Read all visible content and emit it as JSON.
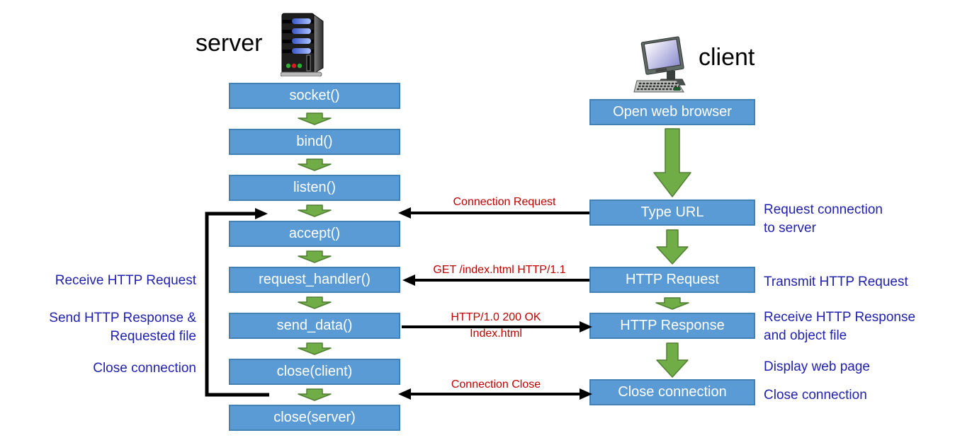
{
  "header": {
    "server_label": "server",
    "client_label": "client"
  },
  "server_flow": {
    "steps": [
      "socket()",
      "bind()",
      "listen()",
      "accept()",
      "request_handler()",
      "send_data()",
      "close(client)",
      "close(server)"
    ]
  },
  "client_flow": {
    "steps": [
      "Open web browser",
      "Type URL",
      "HTTP Request",
      "HTTP Response",
      "Close connection"
    ]
  },
  "messages": {
    "connection_request": "Connection Request",
    "get_request": "GET /index.html HTTP/1.1",
    "response_status": "HTTP/1.0 200 OK",
    "response_file": "Index.html",
    "connection_close": "Connection Close"
  },
  "annotations": {
    "server": [
      {
        "lines": [
          "Receive HTTP Request"
        ]
      },
      {
        "lines": [
          "Send HTTP Response &",
          "Requested file"
        ]
      },
      {
        "lines": [
          "Close connection"
        ]
      }
    ],
    "client": [
      {
        "lines": [
          "Request connection",
          "to server"
        ]
      },
      {
        "lines": [
          "Transmit HTTP Request"
        ]
      },
      {
        "lines": [
          "Receive HTTP Response",
          "and object file"
        ]
      },
      {
        "lines": [
          "Display web page"
        ]
      },
      {
        "lines": [
          "Close connection"
        ]
      }
    ]
  },
  "colors": {
    "box_fill": "#5B9BD5",
    "box_border": "#4381b5",
    "green_arrow_fill": "#70AD47",
    "green_arrow_border": "#507E32",
    "message_red": "#C00000",
    "annotation_blue": "#2121B0",
    "flow_line_black": "#000000"
  }
}
